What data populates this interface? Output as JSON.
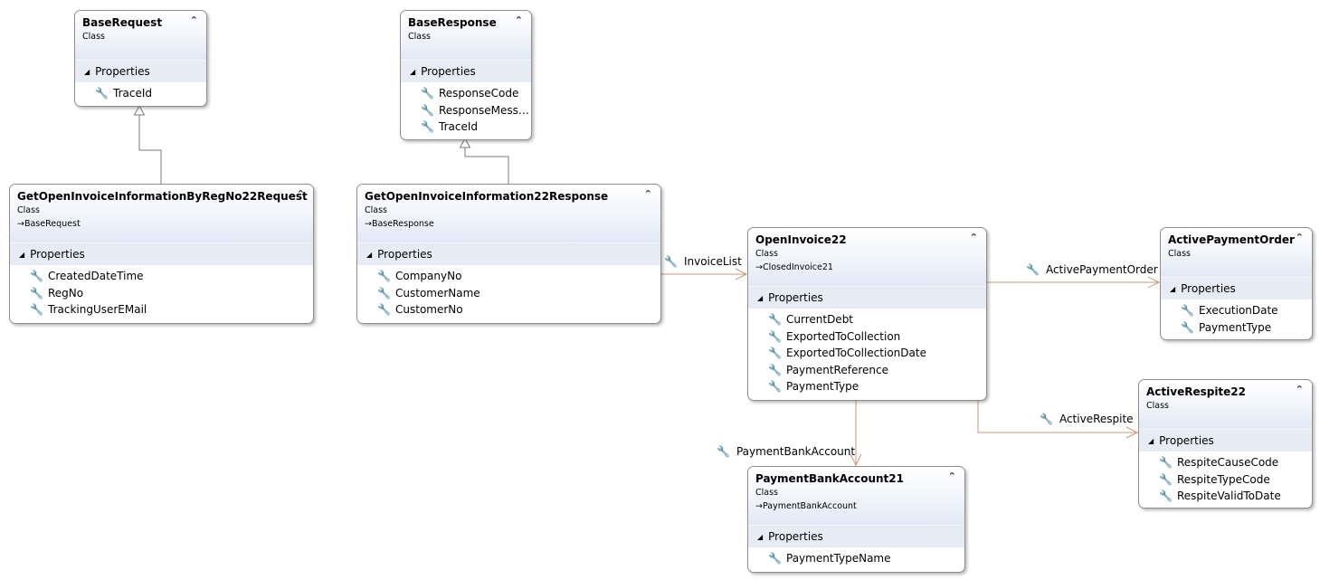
{
  "classes": {
    "base_request": {
      "name": "BaseRequest",
      "kind": "Class",
      "section": "Properties",
      "props": [
        "TraceId"
      ]
    },
    "base_response": {
      "name": "BaseResponse",
      "kind": "Class",
      "section": "Properties",
      "props": [
        "ResponseCode",
        "ResponseMess…",
        "TraceId"
      ]
    },
    "req22": {
      "name": "GetOpenInvoiceInformationByRegNo22Request",
      "kind": "Class",
      "base": "BaseRequest",
      "section": "Properties",
      "props": [
        "CreatedDateTime",
        "RegNo",
        "TrackingUserEMail"
      ]
    },
    "resp22": {
      "name": "GetOpenInvoiceInformation22Response",
      "kind": "Class",
      "base": "BaseResponse",
      "section": "Properties",
      "props": [
        "CompanyNo",
        "CustomerName",
        "CustomerNo"
      ]
    },
    "open_invoice": {
      "name": "OpenInvoice22",
      "kind": "Class",
      "base": "ClosedInvoice21",
      "section": "Properties",
      "props": [
        "CurrentDebt",
        "ExportedToCollection",
        "ExportedToCollectionDate",
        "PaymentReference",
        "PaymentType"
      ]
    },
    "active_payment_order": {
      "name": "ActivePaymentOrder",
      "kind": "Class",
      "section": "Properties",
      "props": [
        "ExecutionDate",
        "PaymentType"
      ]
    },
    "active_respite": {
      "name": "ActiveRespite22",
      "kind": "Class",
      "section": "Properties",
      "props": [
        "RespiteCauseCode",
        "RespiteTypeCode",
        "RespiteValidToDate"
      ]
    },
    "payment_bank_account": {
      "name": "PaymentBankAccount21",
      "kind": "Class",
      "base": "PaymentBankAccount",
      "section": "Properties",
      "props": [
        "PaymentTypeName"
      ]
    }
  },
  "associations": {
    "invoice_list": "InvoiceList",
    "active_payment_order": "ActivePaymentOrder",
    "active_respite": "ActiveRespite",
    "payment_bank_account": "PaymentBankAccount"
  },
  "icons": {
    "property": "wrench-icon",
    "collapse": "double-chevron-up-icon",
    "section": "triangle-expanded-icon",
    "inherits": "arrow-right-icon"
  },
  "colors": {
    "association": "#c8977a",
    "inheritance": "#7a7a7a",
    "header": "#e2e8f4",
    "border": "#8f8f8f"
  }
}
